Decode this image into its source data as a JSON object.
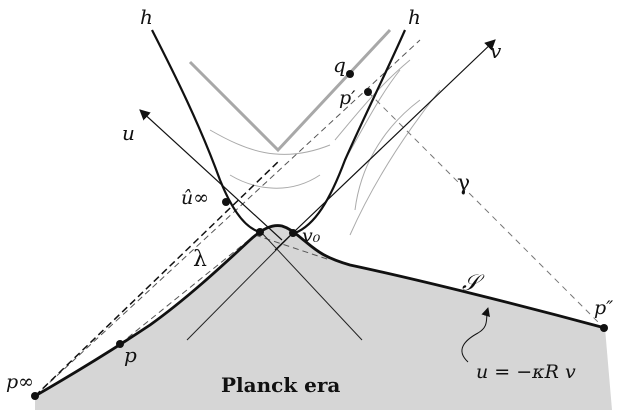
{
  "diagram": {
    "region_label": "Planck era",
    "labels": {
      "h_left": "h",
      "h_right": "h",
      "q": "q",
      "v_axis": "v",
      "u_axis": "u",
      "p_prime": "p′",
      "gamma": "γ",
      "u_hat_inf": "û∞",
      "v0": "v₀",
      "lambda": "λ",
      "script_s": "𝒮",
      "p_double_prime": "p″",
      "p": "p",
      "p_inf": "p∞",
      "equation": "u = −κR v"
    }
  }
}
